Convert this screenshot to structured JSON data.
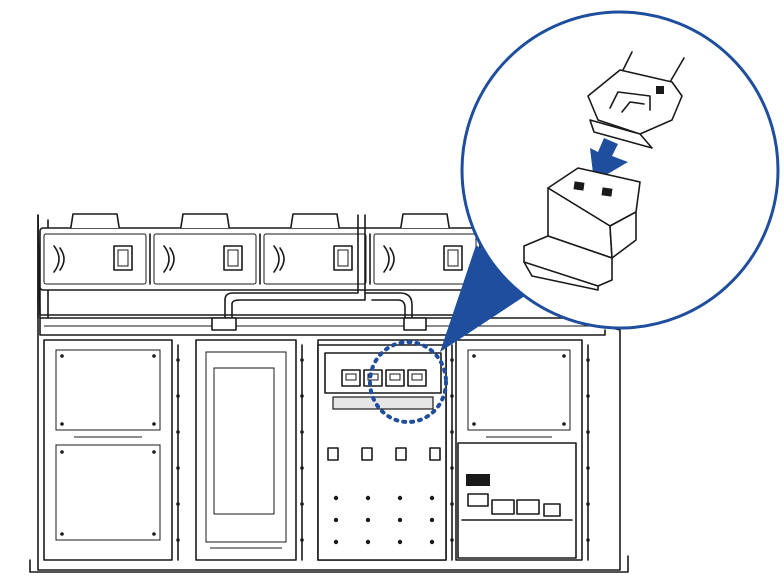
{
  "figure": {
    "accent_color": "#1f4e9e",
    "line_color": "#1a1a1a",
    "fan_count": 4,
    "front_bays": 4,
    "highlighted_connectors": 4,
    "callout": {
      "shape": "circle",
      "content": "connector-insertion-detail",
      "arrow_direction": "down"
    }
  }
}
